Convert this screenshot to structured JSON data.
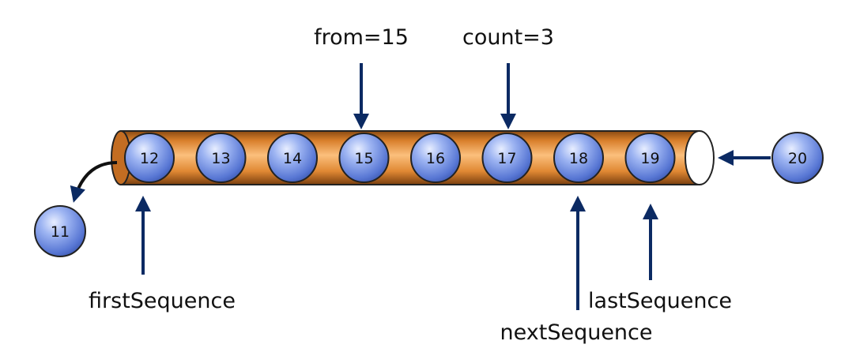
{
  "colors": {
    "tube": "#e0862f",
    "ball": "#6f8fe0",
    "arrow": "#0b2a63"
  },
  "buffer": {
    "items": [
      "12",
      "13",
      "14",
      "15",
      "16",
      "17",
      "18",
      "19"
    ],
    "incoming": "20",
    "evicted": "11"
  },
  "labels": {
    "from": "from=15",
    "count": "count=3",
    "first_sequence": "firstSequence",
    "next_sequence": "nextSequence",
    "last_sequence": "lastSequence"
  }
}
